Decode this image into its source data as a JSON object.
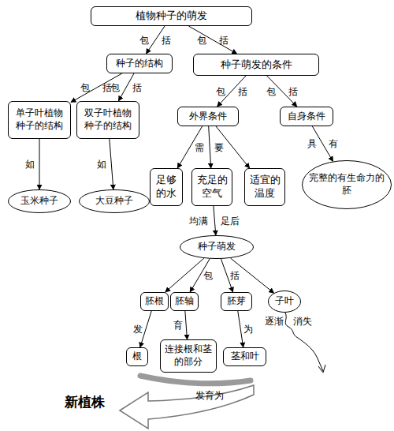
{
  "diagram": {
    "nodes": [
      {
        "text": [
          "植物种子的萌发"
        ]
      },
      {
        "text": [
          "种子的结构"
        ]
      },
      {
        "text": [
          "种子萌发的条件"
        ]
      },
      {
        "text": [
          "单子叶植物种子的结构"
        ]
      },
      {
        "text": [
          "双子叶植物种子的结构"
        ]
      },
      {
        "text": [
          "外界条件"
        ]
      },
      {
        "text": [
          "自身条件"
        ]
      },
      {
        "text": [
          "玉米种子"
        ]
      },
      {
        "text": [
          "大豆种子"
        ]
      },
      {
        "text": [
          "足够的水"
        ]
      },
      {
        "text": [
          "充足的空气"
        ]
      },
      {
        "text": [
          "适宜的温度"
        ]
      },
      {
        "text": [
          "完整的有生命力的胚"
        ]
      },
      {
        "text": [
          "种子萌发"
        ]
      },
      {
        "text": [
          "胚根"
        ]
      },
      {
        "text": [
          "胚轴"
        ]
      },
      {
        "text": [
          "胚芽"
        ]
      },
      {
        "text": [
          "子叶"
        ]
      },
      {
        "text": [
          "根"
        ]
      },
      {
        "text": [
          "连接根和茎的部分"
        ]
      },
      {
        "text": [
          "茎和叶"
        ]
      }
    ],
    "edges": [
      {
        "from": 0,
        "to": 1,
        "arrow": "to",
        "label": "包 括"
      },
      {
        "from": 0,
        "to": 2,
        "arrow": "to",
        "label": "包 括"
      },
      {
        "from": 1,
        "to": 3,
        "arrow": "to",
        "label": "包 括"
      },
      {
        "from": 1,
        "to": 4,
        "arrow": "to",
        "label": "包 括"
      },
      {
        "from": 2,
        "to": 5,
        "arrow": "to",
        "label": "包 括"
      },
      {
        "from": 2,
        "to": 6,
        "arrow": "to",
        "label": "包 括"
      },
      {
        "from": 3,
        "to": 7,
        "arrow": "to",
        "label": "如"
      },
      {
        "from": 4,
        "to": 8,
        "arrow": "to",
        "label": "如"
      },
      {
        "from": 5,
        "to": 9,
        "arrow": "to",
        "label": "需"
      },
      {
        "from": 5,
        "to": 10,
        "arrow": "to",
        "label": "要"
      },
      {
        "from": 5,
        "to": 11,
        "arrow": "to"
      },
      {
        "from": 6,
        "to": 12,
        "arrow": "to",
        "label": "具 有"
      },
      {
        "from": 10,
        "to": 13,
        "arrow": "to",
        "label": "均满 足后"
      },
      {
        "from": 13,
        "to": 14,
        "arrow": "to"
      },
      {
        "from": 13,
        "to": 15,
        "arrow": "to",
        "label": "包"
      },
      {
        "from": 13,
        "to": 16,
        "arrow": "to",
        "label": "括"
      },
      {
        "from": 13,
        "to": 17,
        "arrow": "to"
      },
      {
        "from": 14,
        "to": 18,
        "arrow": "to",
        "label": "发"
      },
      {
        "from": 15,
        "to": 19,
        "arrow": "to",
        "label": "育"
      },
      {
        "from": 16,
        "to": 20,
        "arrow": "to",
        "label": "为"
      }
    ],
    "labels": [
      "逐渐 消失",
      "发育为",
      "新植株"
    ]
  }
}
